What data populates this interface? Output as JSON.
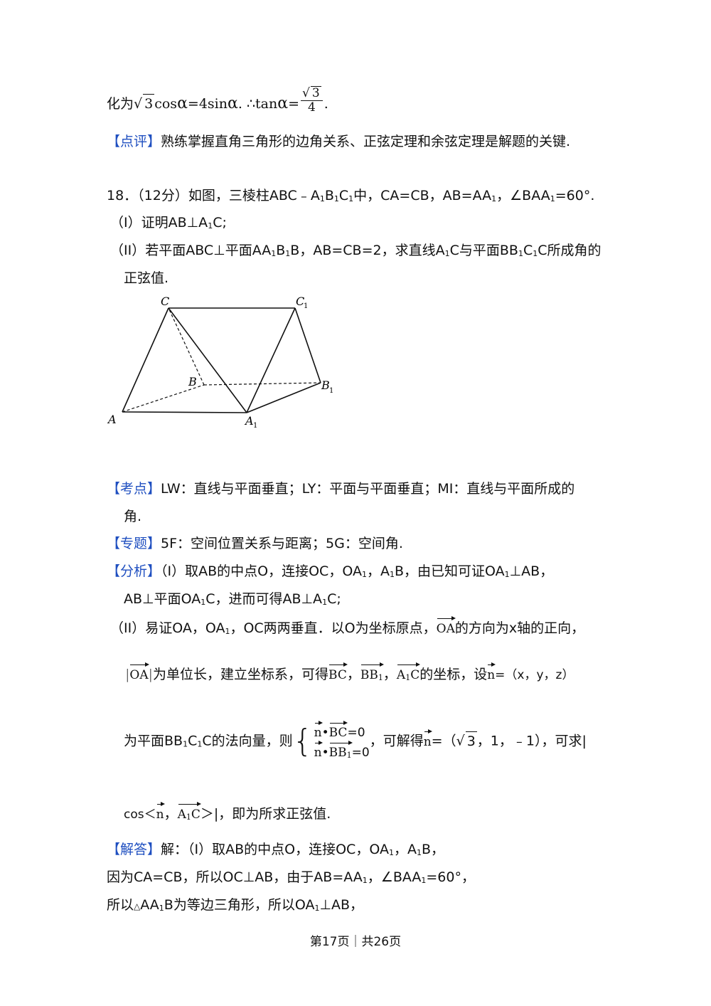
{
  "l1": {
    "a": "化为",
    "b": "3",
    "c": "cos",
    "d": "α",
    "e": "=4sin",
    "f": "α",
    "g": ". ∴tan",
    "h": "α",
    "i": "=",
    "j": "3",
    "k": "4",
    "l": "."
  },
  "review": {
    "tag": "【点评】",
    "text": "熟练掌握直角三角形的边角关系、正弦定理和余弦定理是解题的关键."
  },
  "problem": {
    "head_a": "18．（12分）如图，三棱柱ABC﹣A",
    "head_b": "B",
    "head_c": "C",
    "head_d": "中，CA=CB，AB=AA",
    "head_e": "，∠BAA",
    "head_f": "=60°.",
    "sub1_a": "（I）证明AB⊥A",
    "sub1_b": "C;",
    "sub2_a": "（II）若平面ABC⊥平面AA",
    "sub2_b": "B",
    "sub2_c": "B，AB=CB=2，求直线A",
    "sub2_d": "C与平面BB",
    "sub2_e": "C",
    "sub2_f": "C所成角的",
    "sub2_g": "正弦值."
  },
  "figure": {
    "labels": [
      "C",
      "C",
      "1",
      "B",
      "B",
      "1",
      "A",
      "A",
      "1"
    ]
  },
  "kaodian": {
    "tag": "【考点】",
    "text": "LW：直线与平面垂直；LY：平面与平面垂直；MI：直线与平面所成的",
    "cont": "角."
  },
  "zhuanti": {
    "tag": "【专题】",
    "text": "5F：空间位置关系与距离；5G：空间角."
  },
  "fenxi": {
    "tag": "【分析】",
    "l1a": "（I）取AB的中点O，连接OC，OA",
    "l1b": "，A",
    "l1c": "B，由已知可证OA",
    "l1d": "⊥AB，",
    "l2a": "AB⊥平面OA",
    "l2b": "C，进而可得AB⊥A",
    "l2c": "C;",
    "l3a": "（II）易证OA，OA",
    "l3b": "，OC两两垂直．以O为坐标原点，",
    "l3v": "OA",
    "l3c": "的方向为x轴的正向，",
    "l4bar": "|",
    "l4v": "OA",
    "l4bar2": "|",
    "l4a": "为单位长，建立坐标系，可得",
    "l4v2": "BC",
    "l4s1": "，",
    "l4v3": "BB",
    "l4v3s": "1",
    "l4s2": "，",
    "l4v4": "A",
    "l4v4s": "1",
    "l4v4b": "C",
    "l4b": "的坐标，设",
    "l4n": "n",
    "l4c": "=（x，y，z）",
    "l5a": "为平面BB",
    "l5b": "C",
    "l5c": "C的法向量，则",
    "l5r1n": "n",
    "l5r1dot": "•",
    "l5r1v": "BC",
    "l5r1e": "=0",
    "l5r2n": "n",
    "l5r2dot": "•",
    "l5r2v": "BB",
    "l5r2s": "1",
    "l5r2e": "=0",
    "l5d": "，可解得",
    "l5n": "n",
    "l5e": "=（",
    "l5sq": "3",
    "l5f": "，1，﹣1），可求|",
    "l6a": "cos＜",
    "l6n": "n",
    "l6b": "，",
    "l6v": "A",
    "l6vs": "1",
    "l6vb": "C",
    "l6c": "＞|，即为所求正弦值."
  },
  "jieda": {
    "tag": "【解答】",
    "l1a": "解：（I）取AB的中点O，连接OC，OA",
    "l1b": "，A",
    "l1c": "B，",
    "l2a": "因为CA=CB，所以OC⊥AB，由于AB=AA",
    "l2b": "，∠BAA",
    "l2c": "=60°，",
    "l3a": "所以",
    "l3tri": "△",
    "l3b": "AA",
    "l3c": "B为等边三角形，所以OA",
    "l3d": "⊥AB，",
    "sub1": "1"
  },
  "footer": {
    "text": "第17页｜共26页"
  }
}
